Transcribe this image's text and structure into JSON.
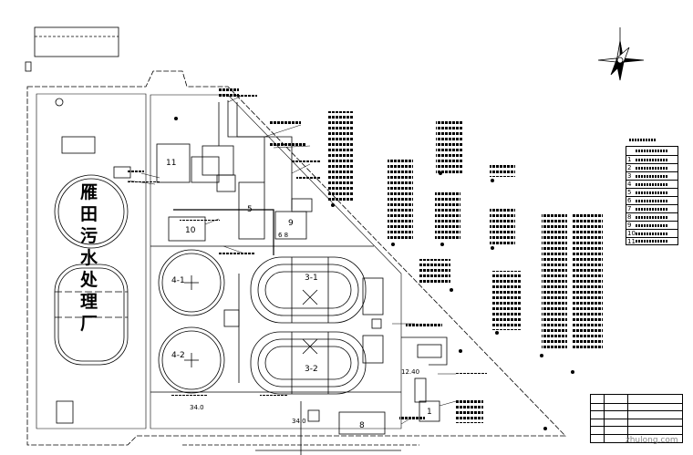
{
  "plant_name_chars": [
    "雁",
    "田",
    "污",
    "水",
    "处",
    "理",
    "厂"
  ],
  "building_labels": {
    "b11": "11",
    "b10": "10",
    "b5": "5",
    "b9": "9",
    "b6_8": "6 8",
    "b3_1": "3-1",
    "b3_2": "3-2",
    "b4_1": "4-1",
    "b4_2": "4-2",
    "b8": "8",
    "b1": "1"
  },
  "dimension_labels": {
    "d1": "12.40",
    "d2": "34.0",
    "d3": "34.0"
  },
  "legend": {
    "numbers": [
      "1",
      "2",
      "3",
      "4",
      "5",
      "6",
      "7",
      "8",
      "9",
      "10",
      "11"
    ]
  },
  "watermark": "zhulong.com"
}
